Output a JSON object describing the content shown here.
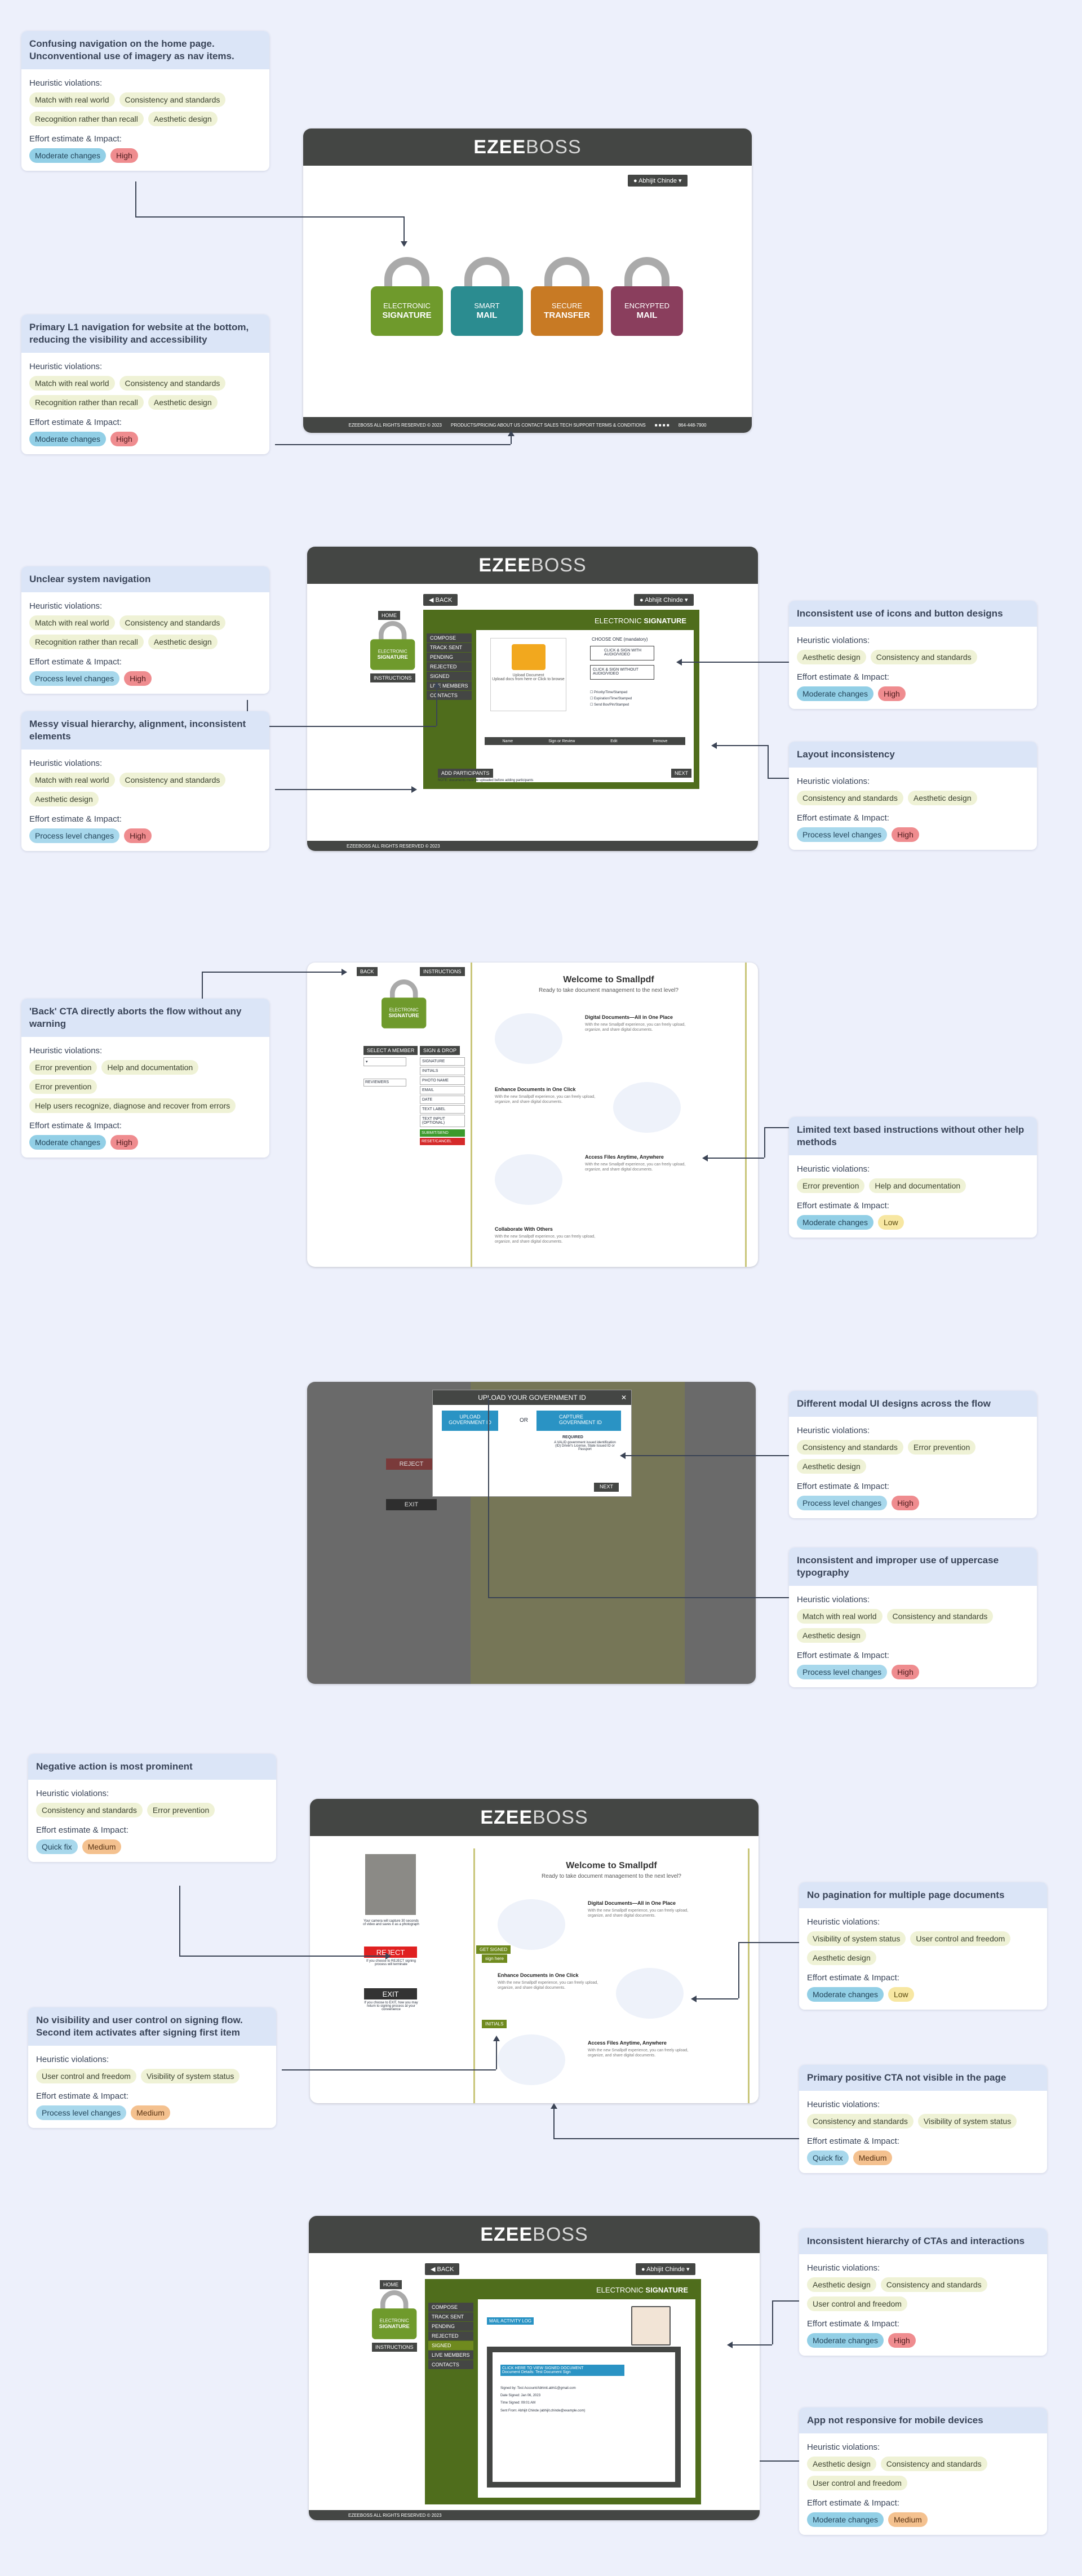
{
  "heuristic_label": "Heuristic violations:",
  "effort_label": "Effort estimate & Impact:",
  "cards": [
    {
      "id": "c1",
      "title": "Confusing navigation on the home page. Unconventional use of imagery as nav items.",
      "violations": [
        "Match with real world",
        "Consistency and standards",
        "Recognition rather than recall",
        "Aesthetic design"
      ],
      "effort": "Moderate changes",
      "impact": "High"
    },
    {
      "id": "c2",
      "title": "Primary L1 navigation for website at the bottom, reducing the visibility and accessibility",
      "violations": [
        "Match with real world",
        "Consistency and standards",
        "Recognition rather than recall",
        "Aesthetic design"
      ],
      "effort": "Moderate changes",
      "impact": "High"
    },
    {
      "id": "c3",
      "title": "Unclear system navigation",
      "violations": [
        "Match with real world",
        "Consistency and standards",
        "Recognition rather than recall",
        "Aesthetic design"
      ],
      "effort": "Process level changes",
      "impact": "High"
    },
    {
      "id": "c4",
      "title": "Messy visual hierarchy, alignment, inconsistent elements",
      "violations": [
        "Match with real world",
        "Consistency and standards",
        "Aesthetic design"
      ],
      "effort": "Process level changes",
      "impact": "High"
    },
    {
      "id": "c5",
      "title": "Inconsistent use of icons and button designs",
      "violations": [
        "Aesthetic design",
        "Consistency and standards"
      ],
      "effort": "Moderate changes",
      "impact": "High"
    },
    {
      "id": "c6",
      "title": "Layout inconsistency",
      "violations": [
        "Consistency and standards",
        "Aesthetic design"
      ],
      "effort": "Process level changes",
      "impact": "High"
    },
    {
      "id": "c7",
      "title": "'Back' CTA directly aborts the flow without any warning",
      "violations": [
        "Error prevention",
        "Help and documentation",
        "Error prevention",
        "Help users recognize, diagnose and recover from errors"
      ],
      "effort": "Moderate changes",
      "impact": "High"
    },
    {
      "id": "c8",
      "title": "Limited text based instructions without other help methods",
      "violations": [
        "Error prevention",
        "Help and documentation"
      ],
      "effort": "Moderate changes",
      "impact": "Low"
    },
    {
      "id": "c9",
      "title": "Different modal UI designs across the flow",
      "violations": [
        "Consistency and standards",
        "Error prevention",
        "Aesthetic design"
      ],
      "effort": "Process level changes",
      "impact": "High"
    },
    {
      "id": "c10",
      "title": "Inconsistent and improper use of uppercase typography",
      "violations": [
        "Match with real world",
        "Consistency and standards",
        "Aesthetic design"
      ],
      "effort": "Process level changes",
      "impact": "High"
    },
    {
      "id": "c11",
      "title": "Negative action is most prominent",
      "violations": [
        "Consistency and standards",
        "Error prevention"
      ],
      "effort": "Quick fix",
      "impact": "Medium"
    },
    {
      "id": "c12",
      "title": "No visibility and user control on signing flow. Second item activates after signing first item",
      "violations": [
        "User control and freedom",
        "Visibility of system status"
      ],
      "effort": "Process level changes",
      "impact": "Medium"
    },
    {
      "id": "c13",
      "title": "No pagination for multiple page documents",
      "violations": [
        "Visibility of system status",
        "User control and freedom",
        "Aesthetic design"
      ],
      "effort": "Moderate changes",
      "impact": "Low"
    },
    {
      "id": "c14",
      "title": "Primary positive CTA not visible in the page",
      "violations": [
        "Consistency and standards",
        "Visibility of system status"
      ],
      "effort": "Quick fix",
      "impact": "Medium"
    },
    {
      "id": "c15",
      "title": "Inconsistent hierarchy of CTAs and interactions",
      "violations": [
        "Aesthetic design",
        "Consistency and standards",
        "User control and freedom"
      ],
      "effort": "Moderate changes",
      "impact": "High"
    },
    {
      "id": "c16",
      "title": "App not responsive for mobile devices",
      "violations": [
        "Aesthetic design",
        "Consistency and standards",
        "User control and freedom"
      ],
      "effort": "Moderate changes",
      "impact": "Medium"
    }
  ],
  "app": {
    "brand_bold": "EZEE",
    "brand_light": "BOSS",
    "user": "Abhijit Chinde",
    "back": "BACK",
    "home": "HOME",
    "instructions": "INSTRUCTIONS",
    "esig_small": "ELECTRONIC",
    "esig_big": "SIGNATURE",
    "footer": "EZEEBOSS ALL RIGHTS RESERVED © 2023"
  },
  "locks": [
    {
      "small": "ELECTRONIC",
      "big": "SIGNATURE",
      "color": "#6f9a2c"
    },
    {
      "small": "SMART",
      "big": "MAIL",
      "color": "#2b8c90"
    },
    {
      "small": "SECURE",
      "big": "TRANSFER",
      "color": "#c87a24"
    },
    {
      "small": "ENCRYPTED",
      "big": "MAIL",
      "color": "#8a3e5d"
    }
  ],
  "footer_links": "PRODUCTS/PRICING   ABOUT US   CONTACT SALES   TECH SUPPORT   TERMS & CONDITIONS",
  "footer_phone": "864-448-7900",
  "menu": [
    "COMPOSE",
    "TRACK SENT",
    "PENDING",
    "REJECTED",
    "SIGNED",
    "LIVE MEMBERS",
    "CONTACTS"
  ],
  "upload": {
    "choose": "CHOOSE ONE (mandatory)",
    "with_video": "CLICK & SIGN WITH AUDIO/VIDEO",
    "without_video": "CLICK & SIGN WITHOUT AUDIO/VIDEO",
    "upload_docs": "Upload Document",
    "drop": "Upload docs from here or Click to browse",
    "table": [
      "Name",
      "Sign or Review",
      "Edit",
      "Remove"
    ],
    "add_participants": "ADD PARTICIPANTS",
    "next": "NEXT",
    "note": "NOTE: documents must be uploaded before adding participants",
    "options": [
      "Priority/Time/Stamped",
      "Expiration/Time/Stamped",
      "Send Box/Pin/Stamped"
    ]
  },
  "smallpdf": {
    "title": "Welcome to Smallpdf",
    "sub": "Ready to take document management to the next level?",
    "f1": "Digital Documents—All in One Place",
    "f2": "Enhance Documents in One Click",
    "f3": "Access Files Anytime, Anywhere",
    "f4": "Collaborate With Others",
    "lorem": "With the new Smallpdf experience, you can freely upload, organize, and share digital documents."
  },
  "sign_panel": {
    "select_member": "SELECT A MEMBER",
    "sign_drop": "SIGN & DROP",
    "signature": "SIGNATURE",
    "initials": "INITIALS",
    "photo_name": "PHOTO NAME",
    "email": "EMAIL",
    "date": "DATE",
    "text_label": "TEXT LABEL",
    "text_input": "TEXT INPUT (OPTIONAL)",
    "reviewers": "REVIEWERS",
    "submit": "SUBMIT/SEND",
    "reset": "RESET/CANCEL"
  },
  "modal": {
    "title": "UPLOAD YOUR GOVERNMENT ID",
    "upload": "UPLOAD GOVERNMENT ID",
    "or": "OR",
    "capture": "CAPTURE GOVERNMENT ID",
    "required": "REQUIRED",
    "text": "A VALID government issued identification (ID) Driver's License, State Issued ID or Passport",
    "next": "NEXT"
  },
  "reject": {
    "caption": "Your camera will capture 30 seconds of video and saves it as a photograph",
    "reject": "REJECT",
    "reject_note": "If you choose to REJECT signing process will terminate",
    "exit": "EXIT",
    "exit_note": "If you choose to EXIT, how you may return to signing process at your convenience",
    "get_signed": "GET SIGNED",
    "sign_here": "sign here",
    "initials": "INITIALS"
  },
  "activity": {
    "title": "MAIL ACTIVITY LOG",
    "cta": "CLICK HERE TO VIEW SIGNED DOCUMENT",
    "doc": "Document Details: Test Document Sign",
    "lines": [
      "Signed by: Test Account/Abhinit.abhi1@gmail.com",
      "Date Signed: Jan 06, 2023",
      "Time Signed: 09:01 AM",
      "Sent From: Abhijit Chinde (abhijit.chinde@example.com)"
    ]
  }
}
